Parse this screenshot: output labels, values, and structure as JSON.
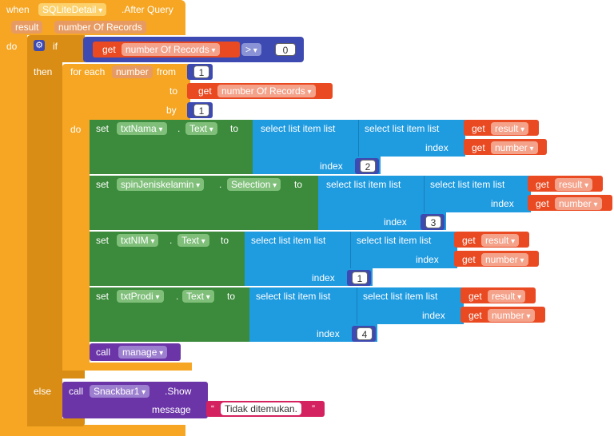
{
  "event": {
    "when_label": "when",
    "component": "SQLiteDetail",
    "event_name": ".After Query",
    "params": [
      "result",
      "number Of Records"
    ],
    "do_label": "do"
  },
  "if_block": {
    "if_label": "if",
    "then_label": "then",
    "else_label": "else",
    "condition": {
      "get_label": "get",
      "var": "number Of Records",
      "operator": ">",
      "value": "0"
    }
  },
  "for_each": {
    "label": "for each",
    "var": "number",
    "from_label": "from",
    "from_value": "1",
    "to_label": "to",
    "to_get_label": "get",
    "to_var": "number Of Records",
    "by_label": "by",
    "by_value": "1",
    "do_label": "do"
  },
  "setters": [
    {
      "set_label": "set",
      "component": "txtNama",
      "dot": ".",
      "property": "Text",
      "to_label": "to",
      "outer_label": "select list item  list",
      "inner_label": "select list item  list",
      "get_label": "get",
      "list_var": "result",
      "index_label": "index",
      "index_var": "number",
      "outer_index": "2"
    },
    {
      "set_label": "set",
      "component": "spinJeniskelamin",
      "dot": ".",
      "property": "Selection",
      "to_label": "to",
      "outer_label": "select list item  list",
      "inner_label": "select list item  list",
      "get_label": "get",
      "list_var": "result",
      "index_label": "index",
      "index_var": "number",
      "outer_index": "3"
    },
    {
      "set_label": "set",
      "component": "txtNIM",
      "dot": ".",
      "property": "Text",
      "to_label": "to",
      "outer_label": "select list item  list",
      "inner_label": "select list item  list",
      "get_label": "get",
      "list_var": "result",
      "index_label": "index",
      "index_var": "number",
      "outer_index": "1"
    },
    {
      "set_label": "set",
      "component": "txtProdi",
      "dot": ".",
      "property": "Text",
      "to_label": "to",
      "outer_label": "select list item  list",
      "inner_label": "select list item  list",
      "get_label": "get",
      "list_var": "result",
      "index_label": "index",
      "index_var": "number",
      "outer_index": "4"
    }
  ],
  "call_manage": {
    "call_label": "call",
    "procedure": "manage"
  },
  "snackbar": {
    "call_label": "call",
    "component": "Snackbar1",
    "method": ".Show",
    "message_label": "message",
    "text": "Tidak ditemukan."
  },
  "colors": {
    "event": "#f6a623",
    "control": "#f6a623",
    "component_set": "#3c8a3b",
    "list": "#1f9be0",
    "math": "#3d4ab1",
    "variable": "#ea4a22",
    "component_call": "#6b35a8",
    "text": "#d4215f"
  },
  "icons": {
    "mutator": "gear-icon",
    "dropdown": "chevron-down-icon"
  }
}
